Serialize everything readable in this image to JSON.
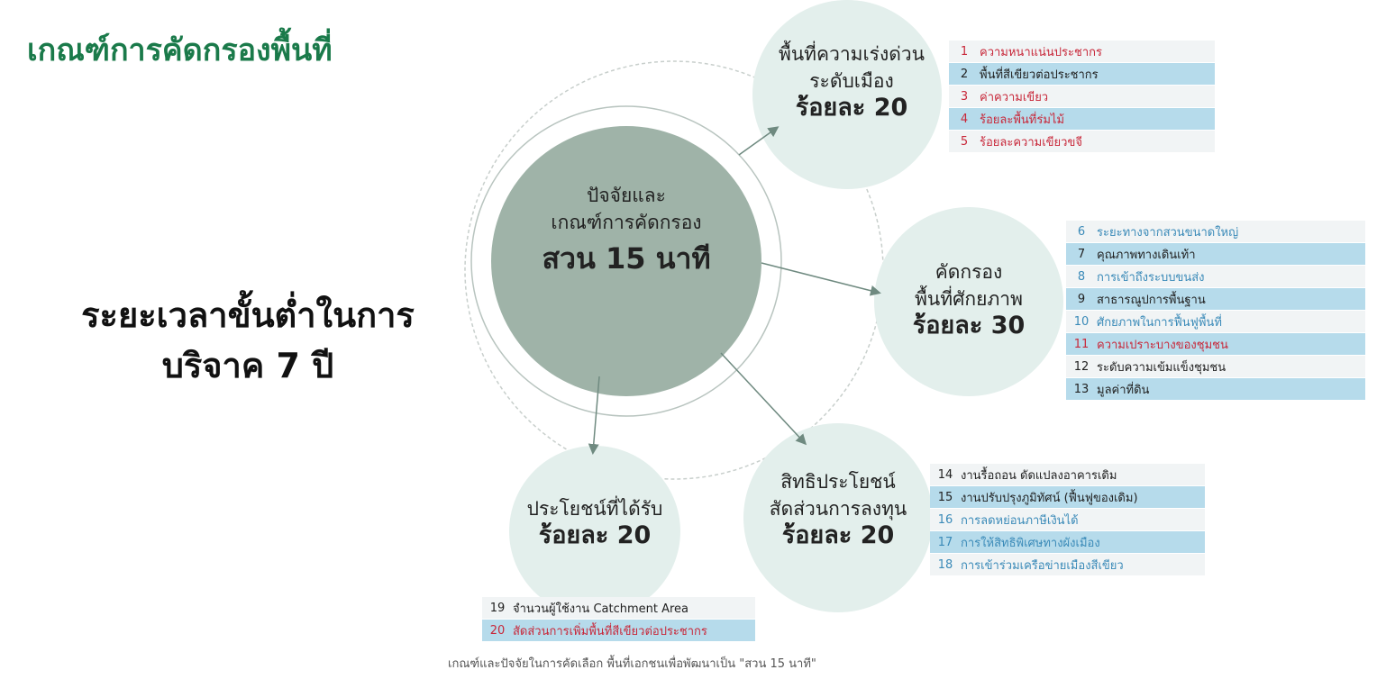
{
  "title": "เกณฑ์การคัดกรองพื้นที่",
  "left_text": {
    "line1": "ระยะเวลาขั้นต่ำในการ",
    "line2": "บริจาค 7 ปี"
  },
  "center": {
    "line1": "ปัจจัยและ",
    "line2": "เกณฑ์การคัดกรอง",
    "line3": "สวน 15 นาที"
  },
  "nodes": {
    "urgent": {
      "line1": "พื้นที่ความเร่งด่วน",
      "line2": "ระดับเมือง",
      "pct": "ร้อยละ 20"
    },
    "potential": {
      "line1": "คัดกรอง",
      "line2": "พื้นที่ศักยภาพ",
      "pct": "ร้อยละ 30"
    },
    "rights": {
      "line1": "สิทธิประโยชน์",
      "line2": "สัดส่วนการลงทุน",
      "pct": "ร้อยละ 20"
    },
    "benefit": {
      "line1": "ประโยชน์ที่ได้รับ",
      "pct": "ร้อยละ 20"
    }
  },
  "colors": {
    "red": "#c8283a",
    "blue": "#3a8ab8",
    "dark": "#222222",
    "green": "#1a7a4a",
    "center": "#9fb3a8",
    "node": "#e3efec"
  },
  "tables": [
    {
      "id": "urgent",
      "rows": [
        [
          "1",
          "ความหนาแน่นประชากร",
          "red"
        ],
        [
          "2",
          "พื้นที่สีเขียวต่อประชากร",
          "dark"
        ],
        [
          "3",
          "ค่าความเขียว",
          "red"
        ],
        [
          "4",
          "ร้อยละพื้นที่ร่มไม้",
          "red"
        ],
        [
          "5",
          "ร้อยละความเขียวขจี",
          "red"
        ]
      ]
    },
    {
      "id": "potential",
      "rows": [
        [
          "6",
          "ระยะทางจากสวนขนาดใหญ่",
          "blue"
        ],
        [
          "7",
          "คุณภาพทางเดินเท้า",
          "dark"
        ],
        [
          "8",
          "การเข้าถึงระบบขนส่ง",
          "blue"
        ],
        [
          "9",
          "สาธารณูปการพื้นฐาน",
          "dark"
        ],
        [
          "10",
          "ศักยภาพในการฟื้นฟูพื้นที่",
          "blue"
        ],
        [
          "11",
          "ความเปราะบางของชุมชน",
          "red"
        ],
        [
          "12",
          "ระดับความเข้มแข็งชุมชน",
          "dark"
        ],
        [
          "13",
          "มูลค่าที่ดิน",
          "dark"
        ]
      ]
    },
    {
      "id": "rights",
      "rows": [
        [
          "14",
          "งานรื้อถอน ดัดแปลงอาคารเดิม",
          "dark"
        ],
        [
          "15",
          "งานปรับปรุงภูมิทัศน์ (ฟื้นฟูของเดิม)",
          "dark"
        ],
        [
          "16",
          "การลดหย่อนภาษีเงินได้",
          "blue"
        ],
        [
          "17",
          "การให้สิทธิพิเศษทางผังเมือง",
          "blue"
        ],
        [
          "18",
          "การเข้าร่วมเครือข่ายเมืองสีเขียว",
          "blue"
        ]
      ]
    },
    {
      "id": "benefit",
      "rows": [
        [
          "19",
          "จำนวนผู้ใช้งาน Catchment Area",
          "dark"
        ],
        [
          "20",
          "สัดส่วนการเพิ่มพื้นที่สีเขียวต่อประชากร",
          "red"
        ]
      ]
    }
  ],
  "caption": "เกณฑ์และปัจจัยในการคัดเลือก พื้นที่เอกชนเพื่อพัฒนาเป็น \"สวน 15 นาที\""
}
